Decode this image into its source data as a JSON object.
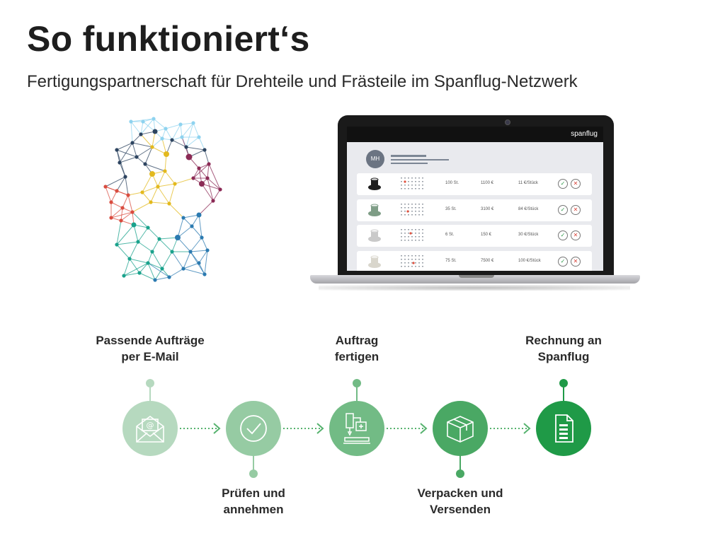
{
  "header": {
    "title": "So funktioniert‘s",
    "subtitle": "Fertigungspartnerschaft für Drehteile und Frästeile im Spanflug-Netzwerk"
  },
  "app": {
    "brand": "spanflug",
    "avatar_initials": "MH",
    "orders": [
      {
        "qty": "100 St.",
        "price": "1100 €",
        "unit": "11 €/Stück",
        "color": "#1e1e1e"
      },
      {
        "qty": "35 St.",
        "price": "3100 €",
        "unit": "84 €/Stück",
        "color": "#7e9d86"
      },
      {
        "qty": "6 St.",
        "price": "150 €",
        "unit": "30 €/Stück",
        "color": "#c9c9c9"
      },
      {
        "qty": "75 St.",
        "price": "7500 €",
        "unit": "100 €/Stück",
        "color": "#d9d6cc"
      }
    ]
  },
  "steps": [
    {
      "label": "Passende Aufträge per E-Mail",
      "icon": "envelope-icon",
      "color": "#b6d9bf"
    },
    {
      "label": "Prüfen und annehmen",
      "icon": "check-icon",
      "color": "#96cba3"
    },
    {
      "label": "Auftrag fertigen",
      "icon": "cnc-machine-icon",
      "color": "#72bb85"
    },
    {
      "label": "Verpacken und Versenden",
      "icon": "package-icon",
      "color": "#4aa864"
    },
    {
      "label": "Rechnung an Spanflug",
      "icon": "invoice-icon",
      "color": "#1f9a47"
    }
  ],
  "colors": {
    "arrow": "#56b26e",
    "network": [
      "#8ed3ef",
      "#2d4460",
      "#e3b91d",
      "#8b2a55",
      "#d94c3f",
      "#1aa28c",
      "#2b7ab0"
    ]
  }
}
